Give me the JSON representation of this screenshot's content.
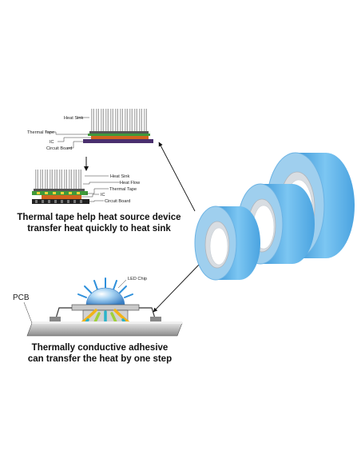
{
  "top_diagram": {
    "labels": {
      "heat_sink": "Heat Sink",
      "thermal_tape": "Thermal Tape",
      "ic": "IC",
      "circuit_board": "Circuit  Board"
    }
  },
  "middle_diagram": {
    "labels": {
      "heat_sink": "Heat Sink",
      "heat_flow": "Heat Flow",
      "thermal_tape": "Thermal Tape",
      "ic": "IC",
      "circuit_board": "Circuit  Board"
    }
  },
  "caption_tape": {
    "line1": "Thermal tape help heat source device",
    "line2": "transfer heat quickly to heat sink"
  },
  "led_diagram": {
    "led_chip": "LED Chip",
    "pcb": "PCB"
  },
  "caption_adhesive": {
    "line1": "Thermally conductive adhesive",
    "line2": "can transfer the heat by one step"
  },
  "colors": {
    "tape_blue": "#5eb3ea",
    "tape_face": "#9fcfee",
    "core_gray": "#d8dde2",
    "thermal_tape_green": "#3f9a3a",
    "ic_orange": "#d0641e",
    "board_purple": "#4a2f6e"
  }
}
